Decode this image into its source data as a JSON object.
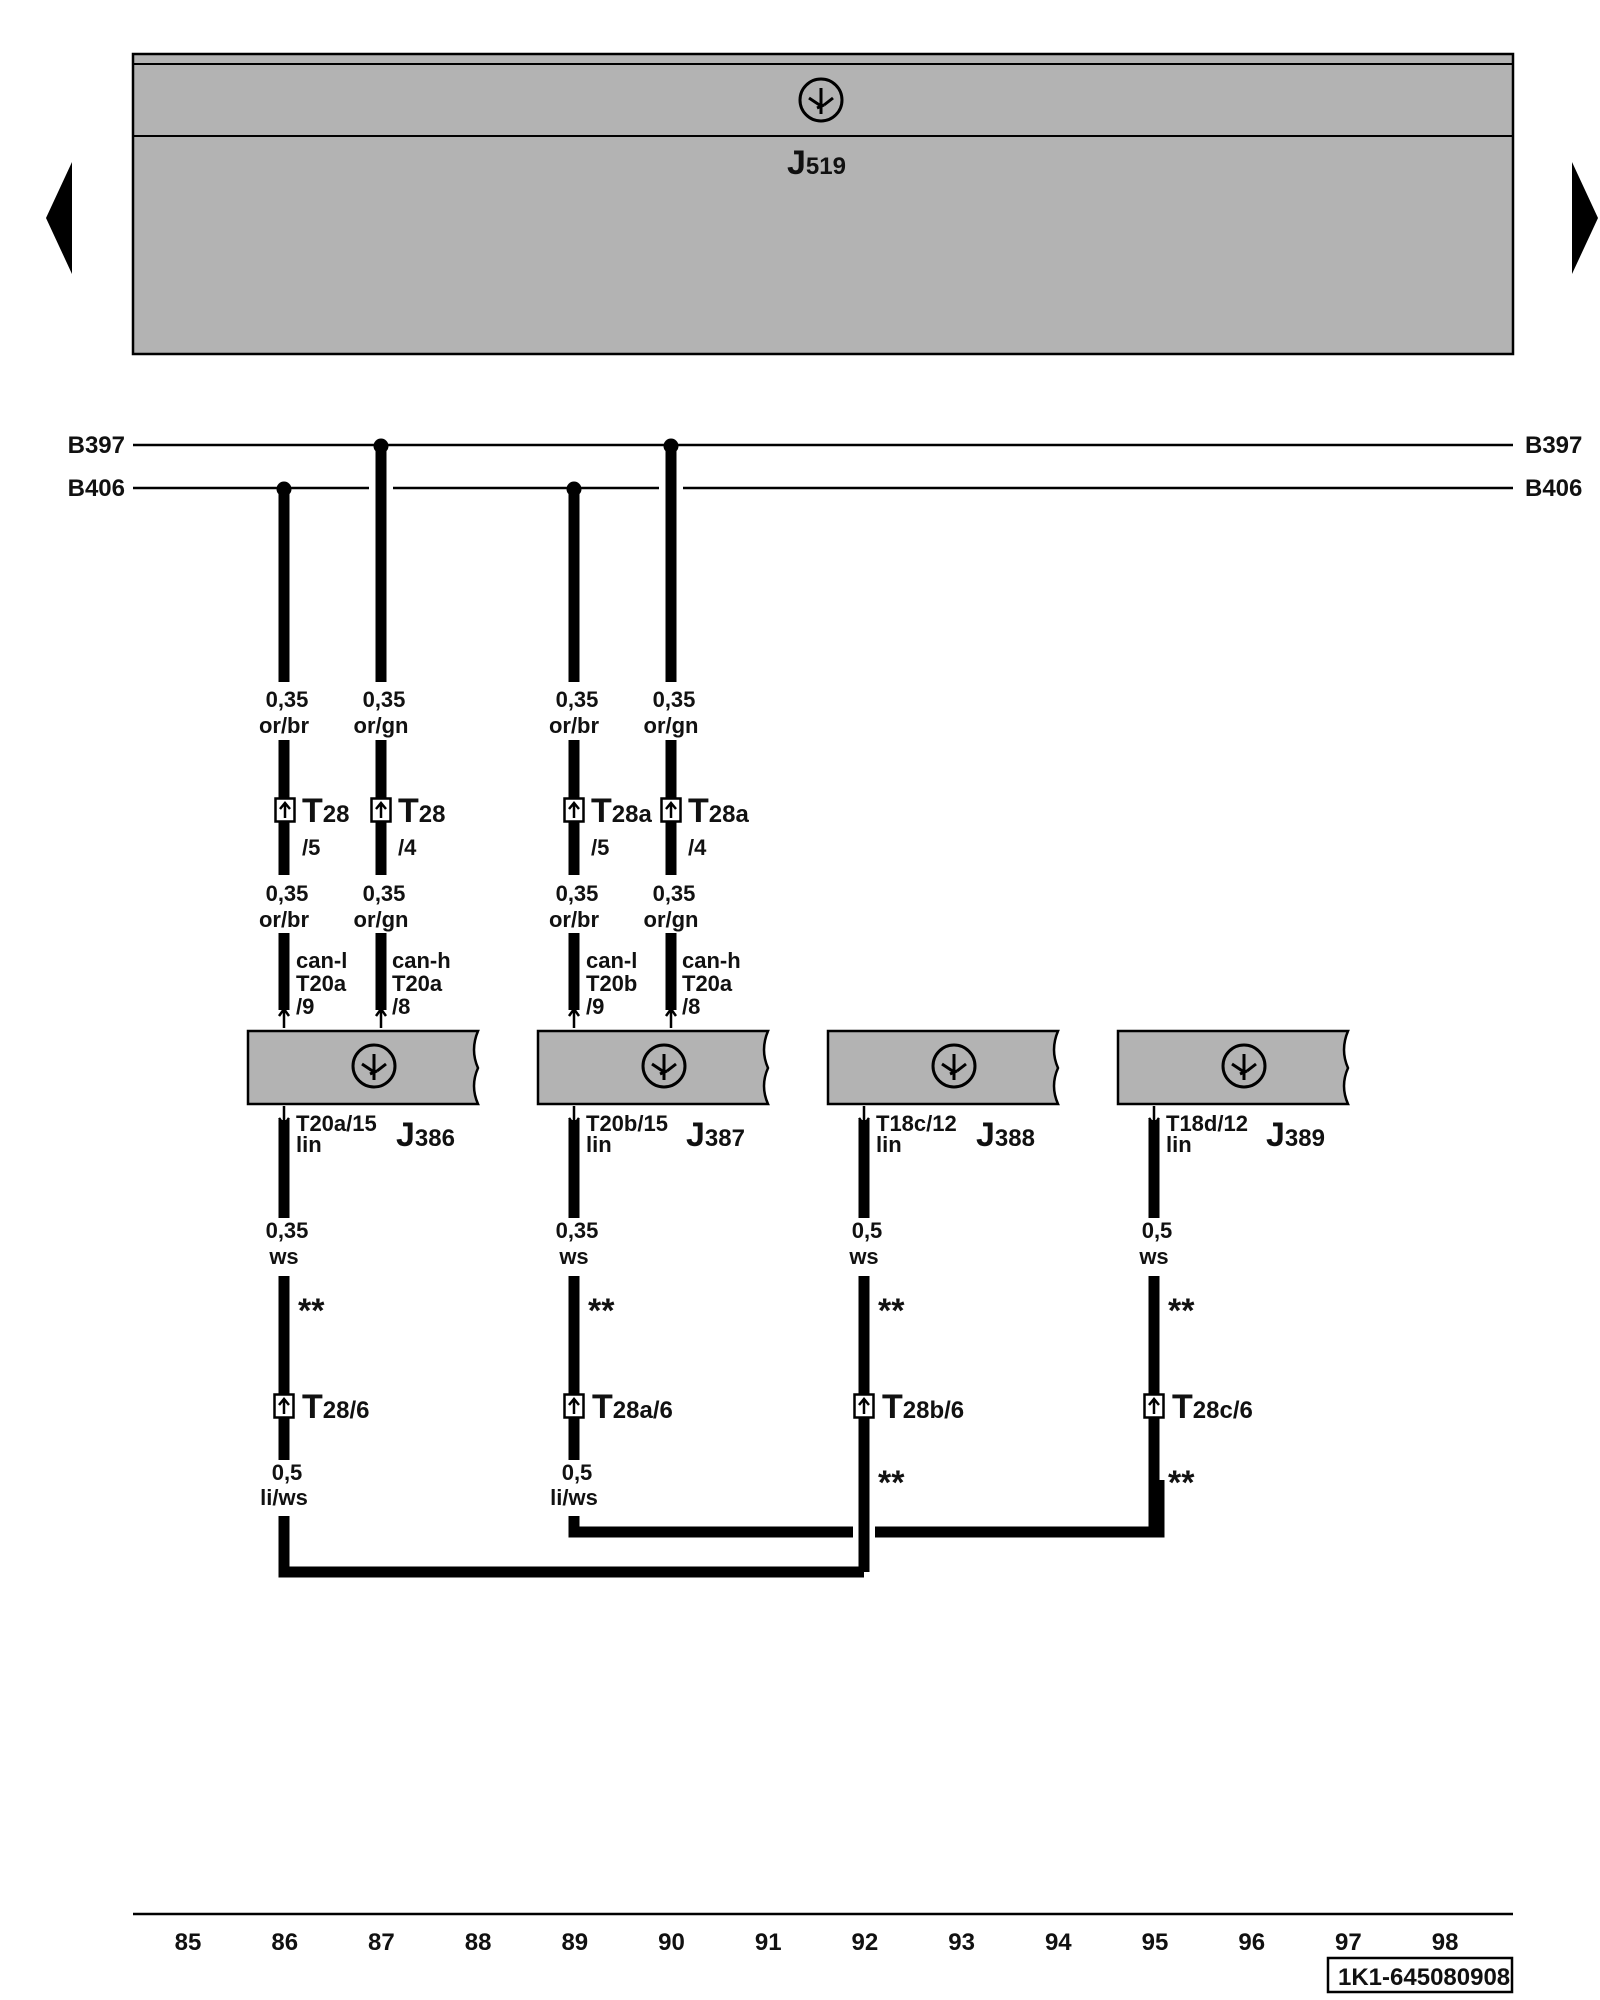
{
  "nav": {
    "prev_icon": "arrow-left-icon",
    "next_icon": "arrow-right-icon"
  },
  "control_unit": {
    "name_letter": "J",
    "name_number": "519"
  },
  "buses": [
    {
      "left": "B397",
      "right": "B397"
    },
    {
      "left": "B406",
      "right": "B406"
    }
  ],
  "modules": [
    {
      "id": "J386",
      "letter": "J",
      "number": "386",
      "lin_pin": "T20a/15",
      "lin_label": "lin",
      "lin_wire": {
        "size": "0,35",
        "color": "ws"
      },
      "lin_connector": {
        "letter": "T",
        "rest": "28/6"
      },
      "lin_stars_upper": "**",
      "bottom_wire": {
        "size": "0,5",
        "color": "li/ws"
      },
      "can_wires": [
        {
          "upper_size": "0,35",
          "upper_color": "or/br",
          "conn_letter": "T",
          "conn_rest": "28",
          "conn_pin": "/5",
          "lower_size": "0,35",
          "lower_color": "or/br",
          "signal": "can-l",
          "pin_conn": "T20a",
          "pin_num": "/9"
        },
        {
          "upper_size": "0,35",
          "upper_color": "or/gn",
          "conn_letter": "T",
          "conn_rest": "28",
          "conn_pin": "/4",
          "lower_size": "0,35",
          "lower_color": "or/gn",
          "signal": "can-h",
          "pin_conn": "T20a",
          "pin_num": "/8"
        }
      ]
    },
    {
      "id": "J387",
      "letter": "J",
      "number": "387",
      "lin_pin": "T20b/15",
      "lin_label": "lin",
      "lin_wire": {
        "size": "0,35",
        "color": "ws"
      },
      "lin_connector": {
        "letter": "T",
        "rest": "28a/6"
      },
      "lin_stars_upper": "**",
      "bottom_wire": {
        "size": "0,5",
        "color": "li/ws"
      },
      "can_wires": [
        {
          "upper_size": "0,35",
          "upper_color": "or/br",
          "conn_letter": "T",
          "conn_rest": "28a",
          "conn_pin": "/5",
          "lower_size": "0,35",
          "lower_color": "or/br",
          "signal": "can-l",
          "pin_conn": "T20b",
          "pin_num": "/9"
        },
        {
          "upper_size": "0,35",
          "upper_color": "or/gn",
          "conn_letter": "T",
          "conn_rest": "28a",
          "conn_pin": "/4",
          "lower_size": "0,35",
          "lower_color": "or/gn",
          "signal": "can-h",
          "pin_conn": "T20a",
          "pin_num": "/8"
        }
      ]
    },
    {
      "id": "J388",
      "letter": "J",
      "number": "388",
      "lin_pin": "T18c/12",
      "lin_label": "lin",
      "lin_wire": {
        "size": "0,5",
        "color": "ws"
      },
      "lin_connector": {
        "letter": "T",
        "rest": "28b/6"
      },
      "lin_stars_upper": "**",
      "lin_stars_lower": "**"
    },
    {
      "id": "J389",
      "letter": "J",
      "number": "389",
      "lin_pin": "T18d/12",
      "lin_label": "lin",
      "lin_wire": {
        "size": "0,5",
        "color": "ws"
      },
      "lin_connector": {
        "letter": "T",
        "rest": "28c/6"
      },
      "lin_stars_upper": "**",
      "lin_stars_lower": "**"
    }
  ],
  "track_numbers": [
    "85",
    "86",
    "87",
    "88",
    "89",
    "90",
    "91",
    "92",
    "93",
    "94",
    "95",
    "96",
    "97",
    "98"
  ],
  "diagram_code": "1K1-645080908"
}
